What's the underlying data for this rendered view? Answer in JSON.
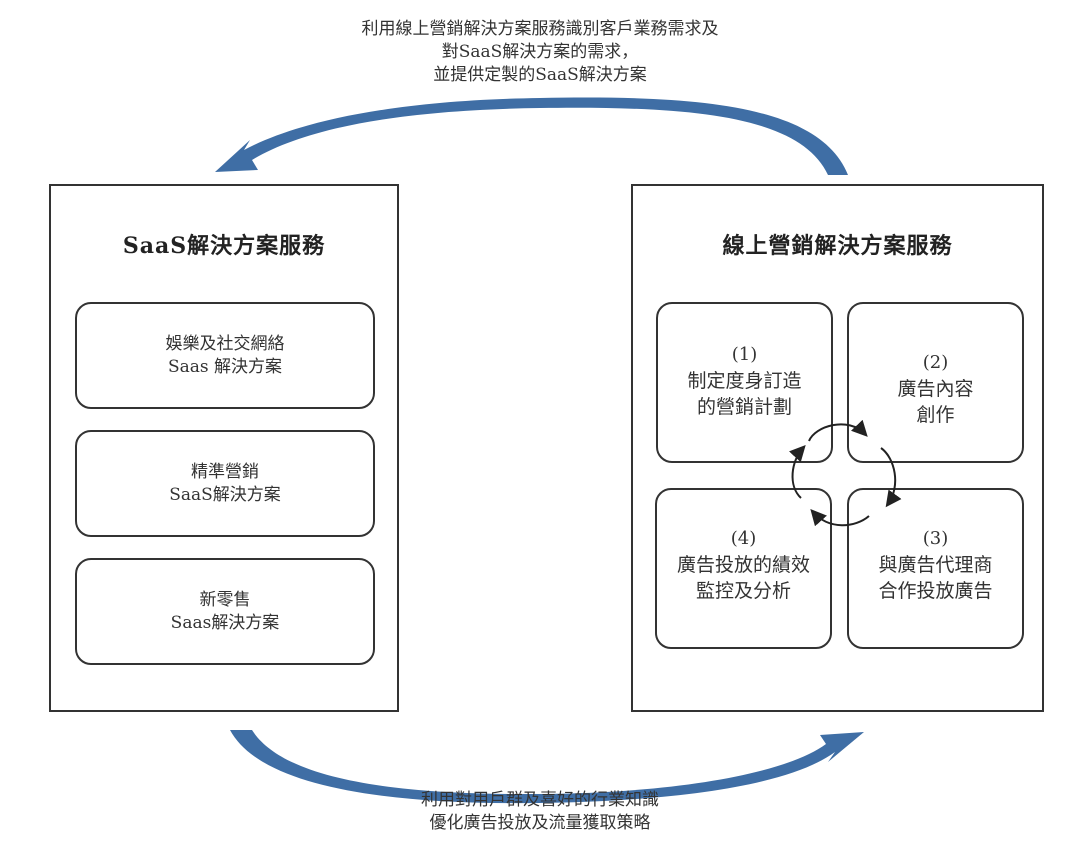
{
  "top_caption": {
    "lines": [
      "利用線上營銷解決方案服務識別客戶業務需求及",
      "對SaaS解決方案的需求，",
      "並提供定製的SaaS解決方案"
    ]
  },
  "bottom_caption": {
    "lines": [
      "利用對用戶群及喜好的行業知識",
      "優化廣告投放及流量獲取策略"
    ]
  },
  "left_panel": {
    "title": "SaaS解決方案服務",
    "boxes": [
      {
        "lines": [
          "娛樂及社交網絡",
          "Saas 解決方案"
        ]
      },
      {
        "lines": [
          "精準營銷",
          "SaaS解決方案"
        ]
      },
      {
        "lines": [
          "新零售",
          "Saas解決方案"
        ]
      }
    ]
  },
  "right_panel": {
    "title": "線上營銷解決方案服務",
    "steps": [
      {
        "number": "(1)",
        "lines": [
          "制定度身訂造",
          "的營銷計劃"
        ]
      },
      {
        "number": "(2)",
        "lines": [
          "廣告內容",
          "創作"
        ]
      },
      {
        "number": "(3)",
        "lines": [
          "與廣告代理商",
          "合作投放廣告"
        ]
      },
      {
        "number": "(4)",
        "lines": [
          "廣告投放的績效",
          "監控及分析"
        ]
      }
    ]
  },
  "colors": {
    "arrow_blue": "#3f6ea5",
    "border": "#333333",
    "text": "#333333"
  }
}
